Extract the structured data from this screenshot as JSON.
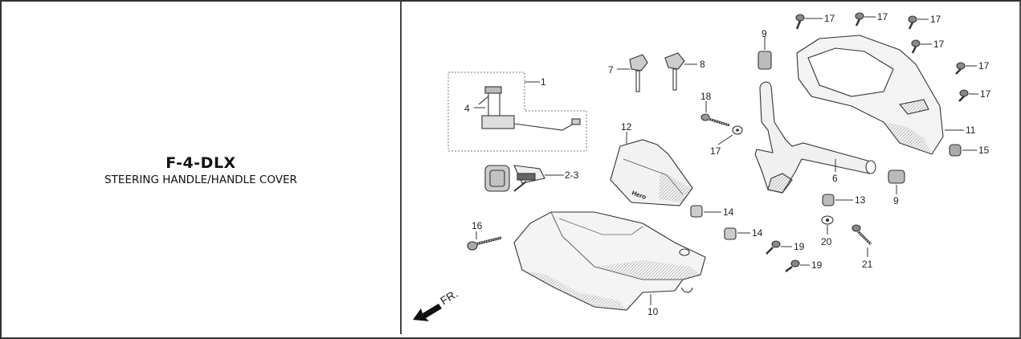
{
  "header": {
    "code": "F-4-DLX",
    "title": "STEERING HANDLE/HANDLE COVER"
  },
  "diagram": {
    "direction_label": "FR.",
    "callouts": {
      "c1": "1",
      "c4": "4",
      "c23": "2-3",
      "c7": "7",
      "c8": "8",
      "c9a": "9",
      "c9b": "9",
      "c10": "10",
      "c11": "11",
      "c12": "12",
      "c13": "13",
      "c14a": "14",
      "c14b": "14",
      "c15": "15",
      "c16": "16",
      "c17a": "17",
      "c17b": "17",
      "c17c": "17",
      "c17d": "17",
      "c17e": "17",
      "c17f": "17",
      "c17g": "17",
      "c18": "18",
      "c19a": "19",
      "c19b": "19",
      "c20": "20",
      "c21": "21",
      "c6": "6"
    },
    "cover_logo": "Hero"
  }
}
